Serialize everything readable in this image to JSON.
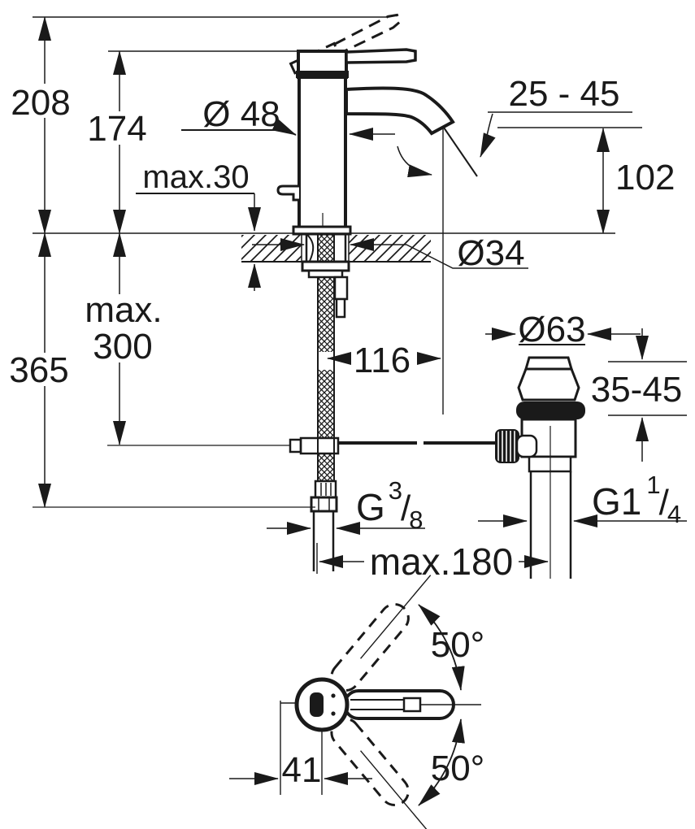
{
  "drawing": {
    "type": "technical-dimension-diagram",
    "subject": "single-lever basin mixer with pop-up waste, front view and top view",
    "colors": {
      "line": "#1a1a1a",
      "background": "#ffffff"
    },
    "labels": {
      "overall_height": "208",
      "height_to_aerator": "174",
      "body_diameter": "Ø 48",
      "max_deck_thickness": "max.30",
      "stream_angle_range": "25 - 45",
      "outlet_height": "102",
      "deck_hole_diameter": "Ø34",
      "hose_clearance_word": "max.",
      "hose_clearance_value": "300",
      "total_below_deck": "365",
      "spout_projection": "116",
      "waste_flange_diameter": "Ø63",
      "waste_deck_range": "35-45",
      "supply_thread_prefix": "G",
      "supply_thread_num": "3",
      "supply_thread_slash": "/",
      "supply_thread_den": "8",
      "waste_thread_prefix": "G1",
      "waste_thread_num": "1",
      "waste_thread_slash": "/",
      "waste_thread_den": "4",
      "max_center_distance": "max.180",
      "handle_swing_up": "50°",
      "handle_swing_down": "50°",
      "handle_center_offset": "41"
    }
  }
}
